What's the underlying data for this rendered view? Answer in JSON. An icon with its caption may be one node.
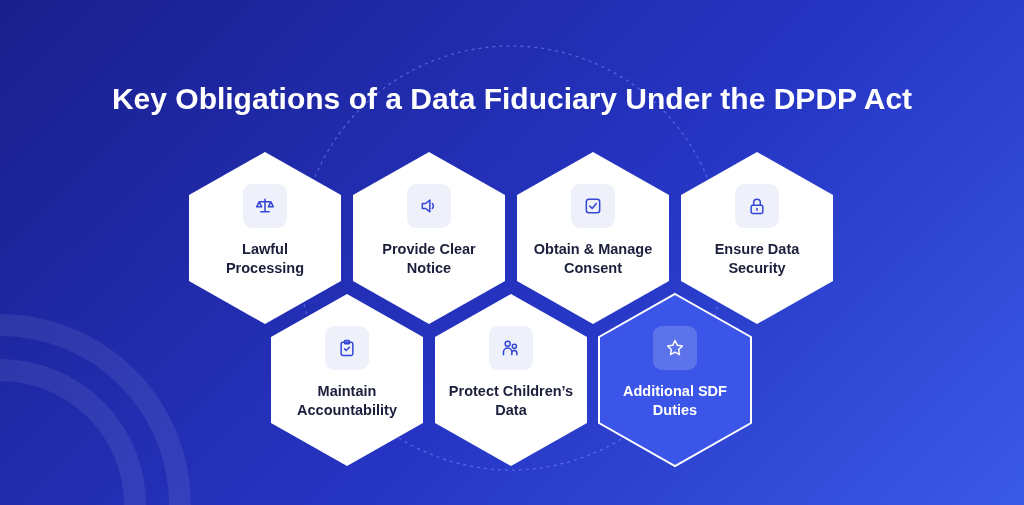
{
  "diagram": {
    "title": "Key Obligations of a Data Fiduciary Under the DPDP Act",
    "nodes": [
      {
        "text": [
          "Lawful Processing"
        ]
      },
      {
        "text": [
          "Provide Clear Notice"
        ]
      },
      {
        "text": [
          "Obtain & Manage Consent"
        ]
      },
      {
        "text": [
          "Ensure Data Security"
        ]
      },
      {
        "text": [
          "Maintain Accountability"
        ]
      },
      {
        "text": [
          "Protect Children’s Data"
        ]
      },
      {
        "text": [
          "Additional SDF Duties"
        ]
      }
    ],
    "edges": []
  }
}
